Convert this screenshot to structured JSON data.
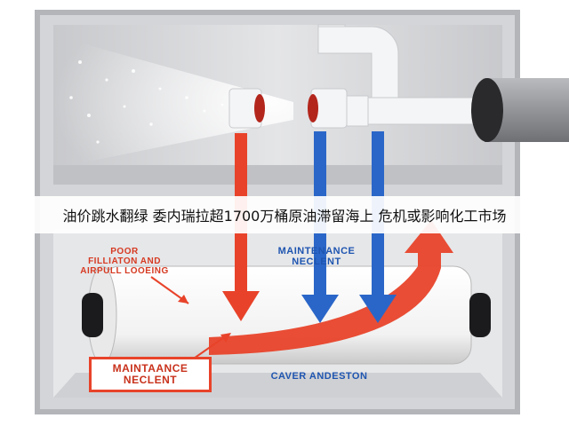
{
  "headline": "油价跳水翻绿 委内瑞拉超1700万桶原油滞留海上 危机或影响化工市场",
  "labels": {
    "poor_filtration": {
      "line1": "POOR",
      "line2": "FILLIATON AND",
      "line3": "AIRPULL LOOEING"
    },
    "maintenance_top": {
      "line1": "MAINTENANCE",
      "line2": "NECLENT"
    },
    "maintenance_bottom": {
      "line1": "MAINTAANCE",
      "line2": "NECLENT"
    },
    "caver": {
      "line1": "CAVER ANDESTON"
    }
  },
  "colors": {
    "red_arrow": "#e8432a",
    "blue_arrow": "#2a66c8",
    "tank_gray": "#d9dadd",
    "pipe_white": "#f4f5f7"
  }
}
